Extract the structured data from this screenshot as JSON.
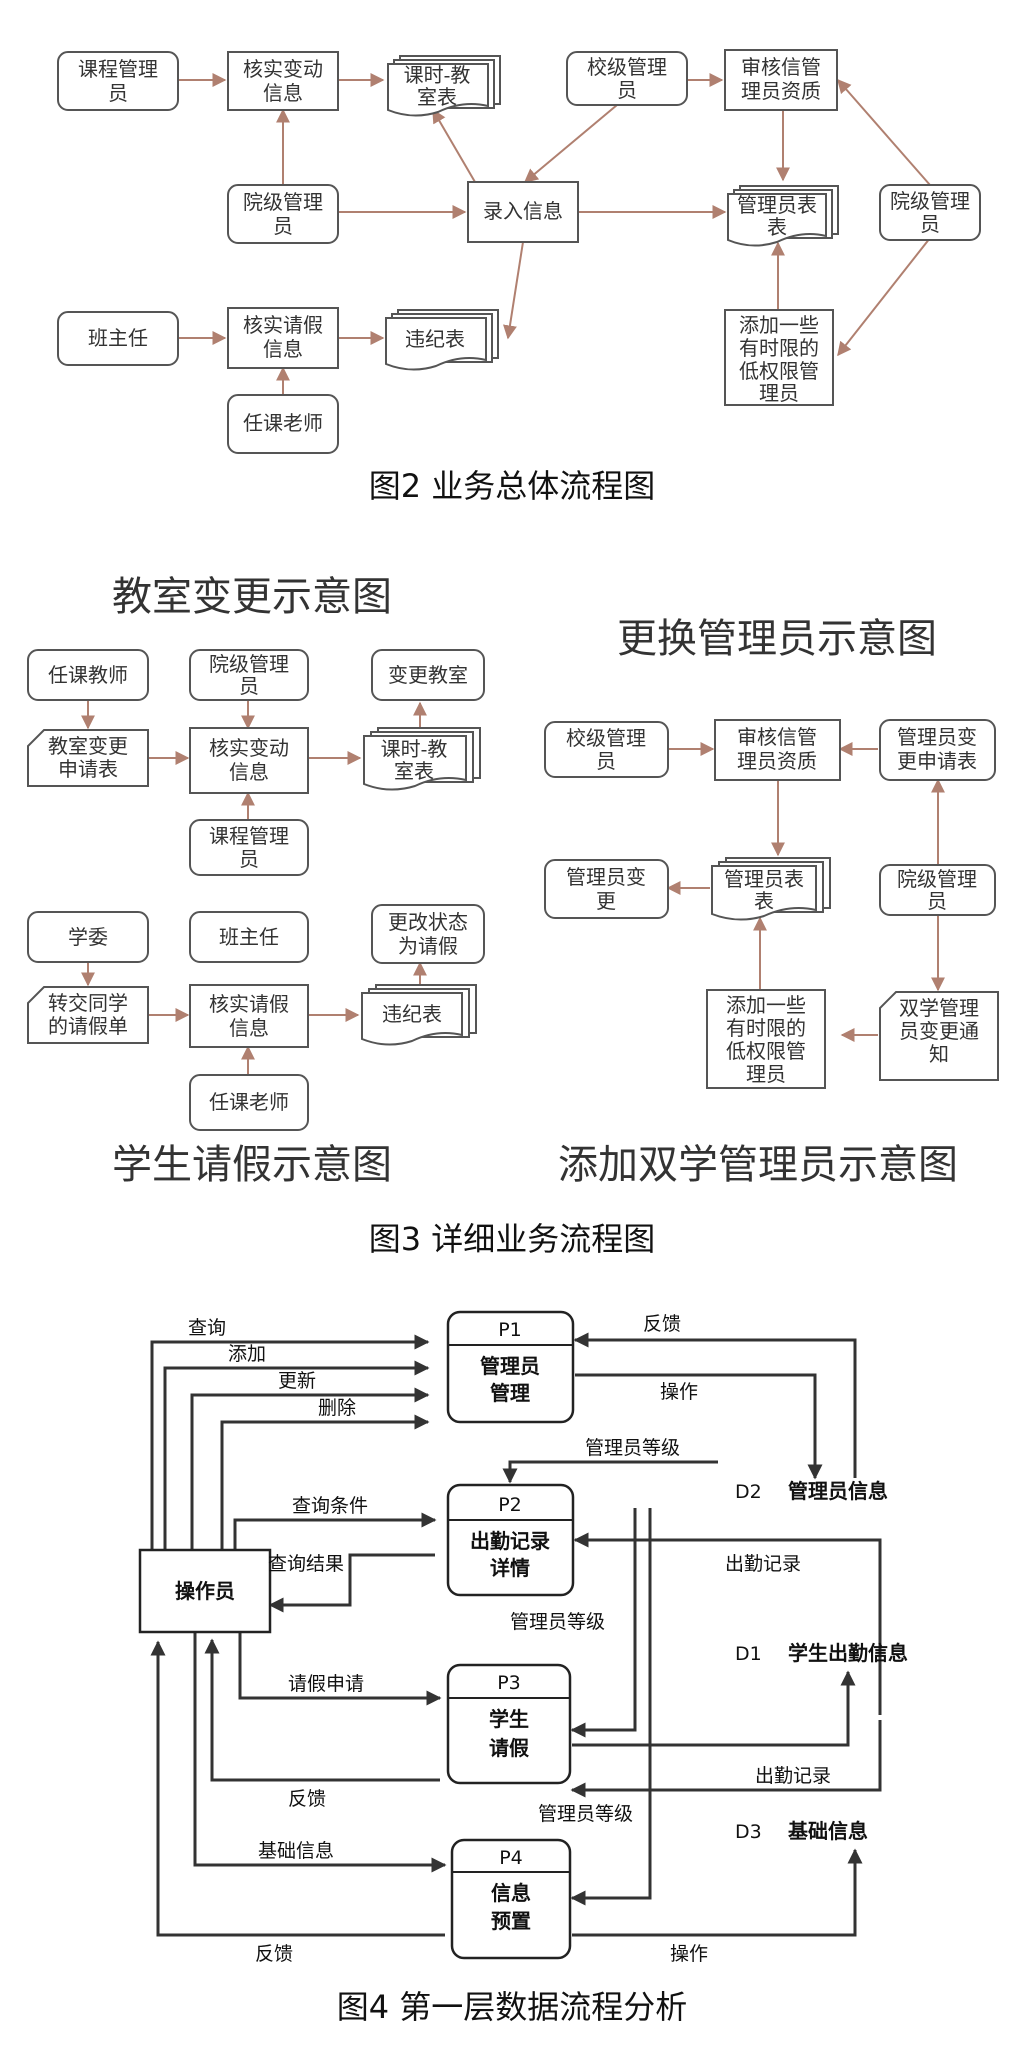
{
  "fig2": {
    "caption": "图2 业务总体流程图",
    "nodes": {
      "course_mgr": [
        "课程管理",
        "员"
      ],
      "verify_change": [
        "核实变动",
        "信息"
      ],
      "schedule": [
        "课时-教",
        "室表"
      ],
      "school_mgr": [
        "校级管理",
        "员"
      ],
      "review": [
        "审核信管",
        "理员资质"
      ],
      "college_mgr": [
        "院级管理",
        "员"
      ],
      "input": [
        "录入信息"
      ],
      "admin_table": [
        "管理员表",
        "表"
      ],
      "college_mgr2": [
        "院级管理",
        "员"
      ],
      "add_low": [
        "添加一些",
        "有时限的",
        "低权限管",
        "理员"
      ],
      "head_teacher": [
        "班主任"
      ],
      "verify_leave": [
        "核实请假",
        "信息"
      ],
      "violation": [
        "违纪表"
      ],
      "teacher": [
        "任课老师"
      ]
    }
  },
  "fig3": {
    "caption": "图3  详细业务流程图",
    "titles": {
      "classroom": "教室变更示意图",
      "replace_admin": "更换管理员示意图",
      "student_leave": "学生请假示意图",
      "add_dual": "添加双学管理员示意图"
    },
    "classroom": {
      "teacher": [
        "任课教师"
      ],
      "college_mgr": [
        "院级管理",
        "员"
      ],
      "change_room": [
        "变更教室"
      ],
      "request": [
        "教室变更",
        "申请表"
      ],
      "verify": [
        "核实变动",
        "信息"
      ],
      "schedule": [
        "课时-教",
        "室表"
      ],
      "course_mgr": [
        "课程管理",
        "员"
      ]
    },
    "admin": {
      "school_mgr": [
        "校级管理",
        "员"
      ],
      "review": [
        "审核信管",
        "理员资质"
      ],
      "change_req": [
        "管理员变",
        "更申请表"
      ],
      "change": [
        "管理员变",
        "更"
      ],
      "admin_table": [
        "管理员表",
        "表"
      ],
      "college_mgr": [
        "院级管理",
        "员"
      ],
      "add_low": [
        "添加一些",
        "有时限的",
        "低权限管",
        "理员"
      ],
      "notice": [
        "双学管理",
        "员变更通",
        "知"
      ]
    },
    "leave": {
      "committee": [
        "学委"
      ],
      "head_teacher": [
        "班主任"
      ],
      "status": [
        "更改状态",
        "为请假"
      ],
      "transfer": [
        "转交同学",
        "的请假单"
      ],
      "verify": [
        "核实请假",
        "信息"
      ],
      "violation": [
        "违纪表"
      ],
      "teacher": [
        "任课老师"
      ]
    }
  },
  "fig4": {
    "caption": "图4  第一层数据流程分析",
    "operator": "操作员",
    "processes": [
      {
        "id": "P1",
        "lines": [
          "管理员",
          "管理"
        ]
      },
      {
        "id": "P2",
        "lines": [
          "出勤记录",
          "详情"
        ]
      },
      {
        "id": "P3",
        "lines": [
          "学生",
          "请假"
        ]
      },
      {
        "id": "P4",
        "lines": [
          "信息",
          "预置"
        ]
      }
    ],
    "stores": [
      {
        "id": "D2",
        "name": "管理员信息"
      },
      {
        "id": "D1",
        "name": "学生出勤信息"
      },
      {
        "id": "D3",
        "name": "基础信息"
      }
    ],
    "flows": {
      "query": "查询",
      "add": "添加",
      "update": "更新",
      "delete": "删除",
      "feedback_p1": "反馈",
      "operate_p1": "操作",
      "admin_level_1": "管理员等级",
      "query_cond": "查询条件",
      "query_result": "查询结果",
      "attendance_1": "出勤记录",
      "admin_level_2": "管理员等级",
      "leave_request": "请假申请",
      "feedback_p3": "反馈",
      "attendance_2": "出勤记录",
      "admin_level_3": "管理员等级",
      "basic_info": "基础信息",
      "feedback_p4": "反馈",
      "operate_p4": "操作"
    }
  }
}
